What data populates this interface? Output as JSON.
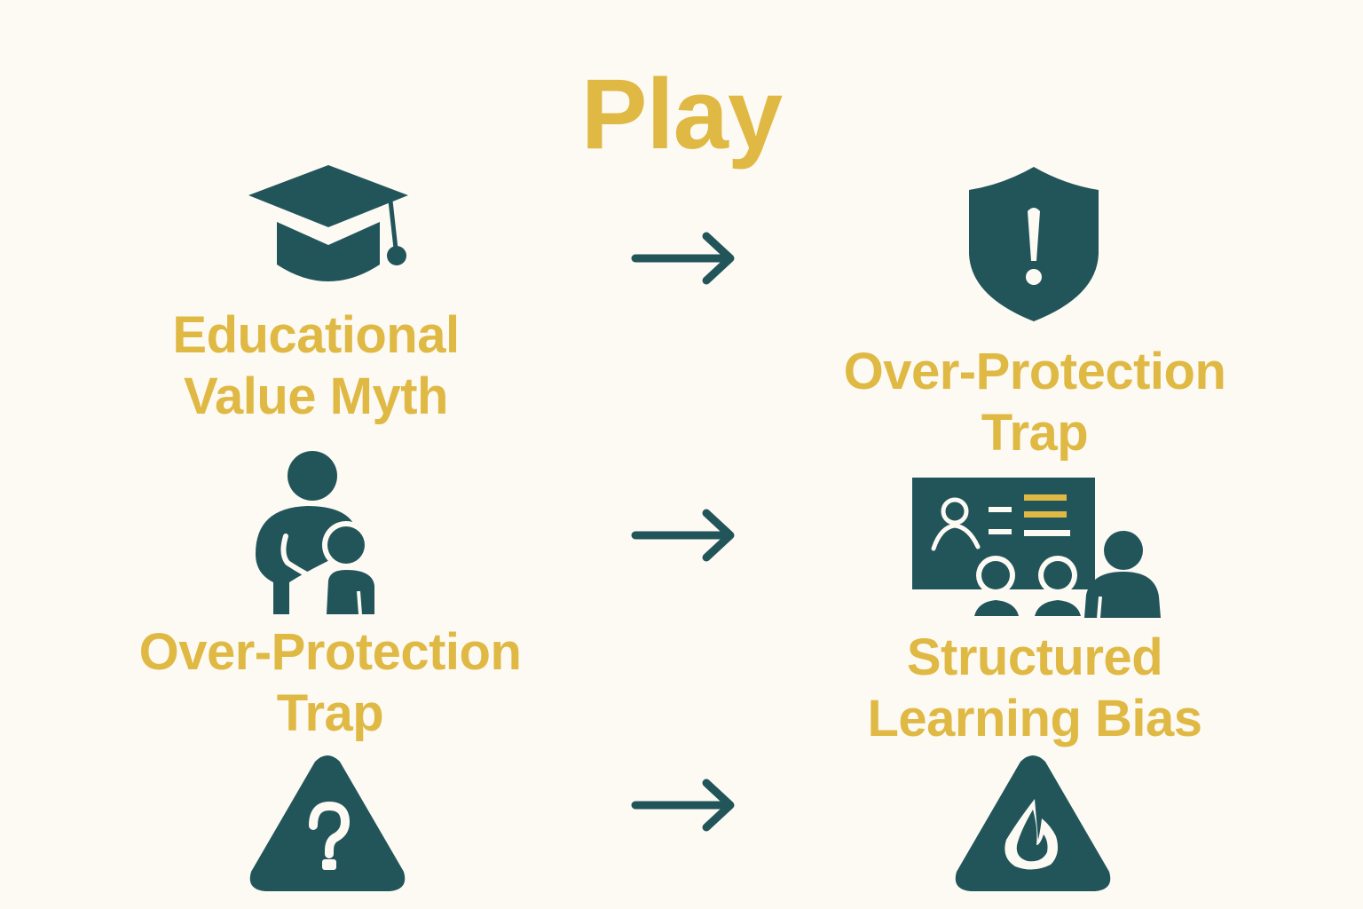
{
  "title": "Play",
  "colors": {
    "background": "#fdfaf4",
    "accent_gold": "#dfb944",
    "icon_teal": "#22555a"
  },
  "rows": [
    {
      "left": {
        "icon": "graduation-cap-icon",
        "label_lines": [
          "Educational",
          "Value Myth"
        ]
      },
      "arrow": "right-arrow",
      "right": {
        "icon": "shield-exclamation-icon",
        "label_lines": [
          "Over-Protection",
          "Trap"
        ]
      }
    },
    {
      "left": {
        "icon": "parent-child-icon",
        "label_lines": [
          "Over-Protection",
          "Trap"
        ]
      },
      "arrow": "right-arrow",
      "right": {
        "icon": "classroom-presentation-icon",
        "label_lines": [
          "Structured",
          "Learning Bias"
        ]
      }
    },
    {
      "left": {
        "icon": "warning-question-icon",
        "label_lines": []
      },
      "arrow": "right-arrow",
      "right": {
        "icon": "warning-drop-icon",
        "label_lines": []
      }
    }
  ]
}
